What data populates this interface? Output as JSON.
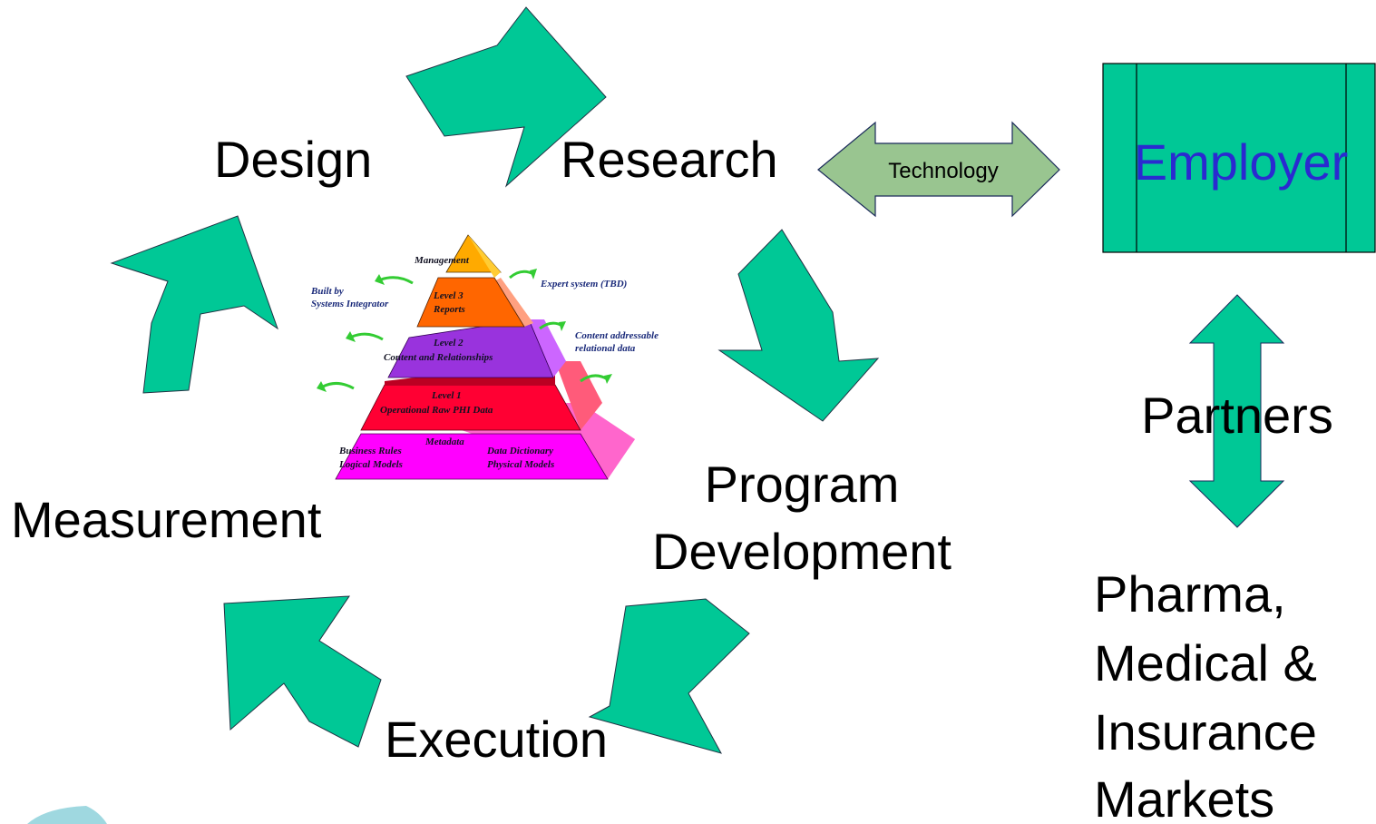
{
  "cycle": {
    "design": "Design",
    "research": "Research",
    "program_line1": "Program",
    "program_line2": "Development",
    "execution": "Execution",
    "measurement": "Measurement"
  },
  "technology": "Technology",
  "employer": "Employer",
  "partners": "Partners",
  "markets": [
    "Pharma,",
    "Medical &",
    "Insurance",
    "Markets"
  ],
  "pyramid": {
    "management": "Management",
    "level3": [
      "Level 3",
      "Reports"
    ],
    "level2": [
      "Level 2",
      "Content and Relationships"
    ],
    "level1": [
      "Level 1",
      "Operational Raw PHI Data"
    ],
    "metadata": "Metadata",
    "base_left": [
      "Business Rules",
      "Logical Models"
    ],
    "base_right": [
      "Data Dictionary",
      "Physical Models"
    ],
    "note_left": [
      "Built by",
      "Systems Integrator"
    ],
    "note_expert": "Expert system (TBD)",
    "note_content": [
      "Content addressable",
      "relational data"
    ]
  },
  "colors": {
    "arrow_green": "#00c896",
    "tech_arrow": "#99c590",
    "employer_box": "#00c896",
    "employer_text": "#2a2ad0"
  }
}
